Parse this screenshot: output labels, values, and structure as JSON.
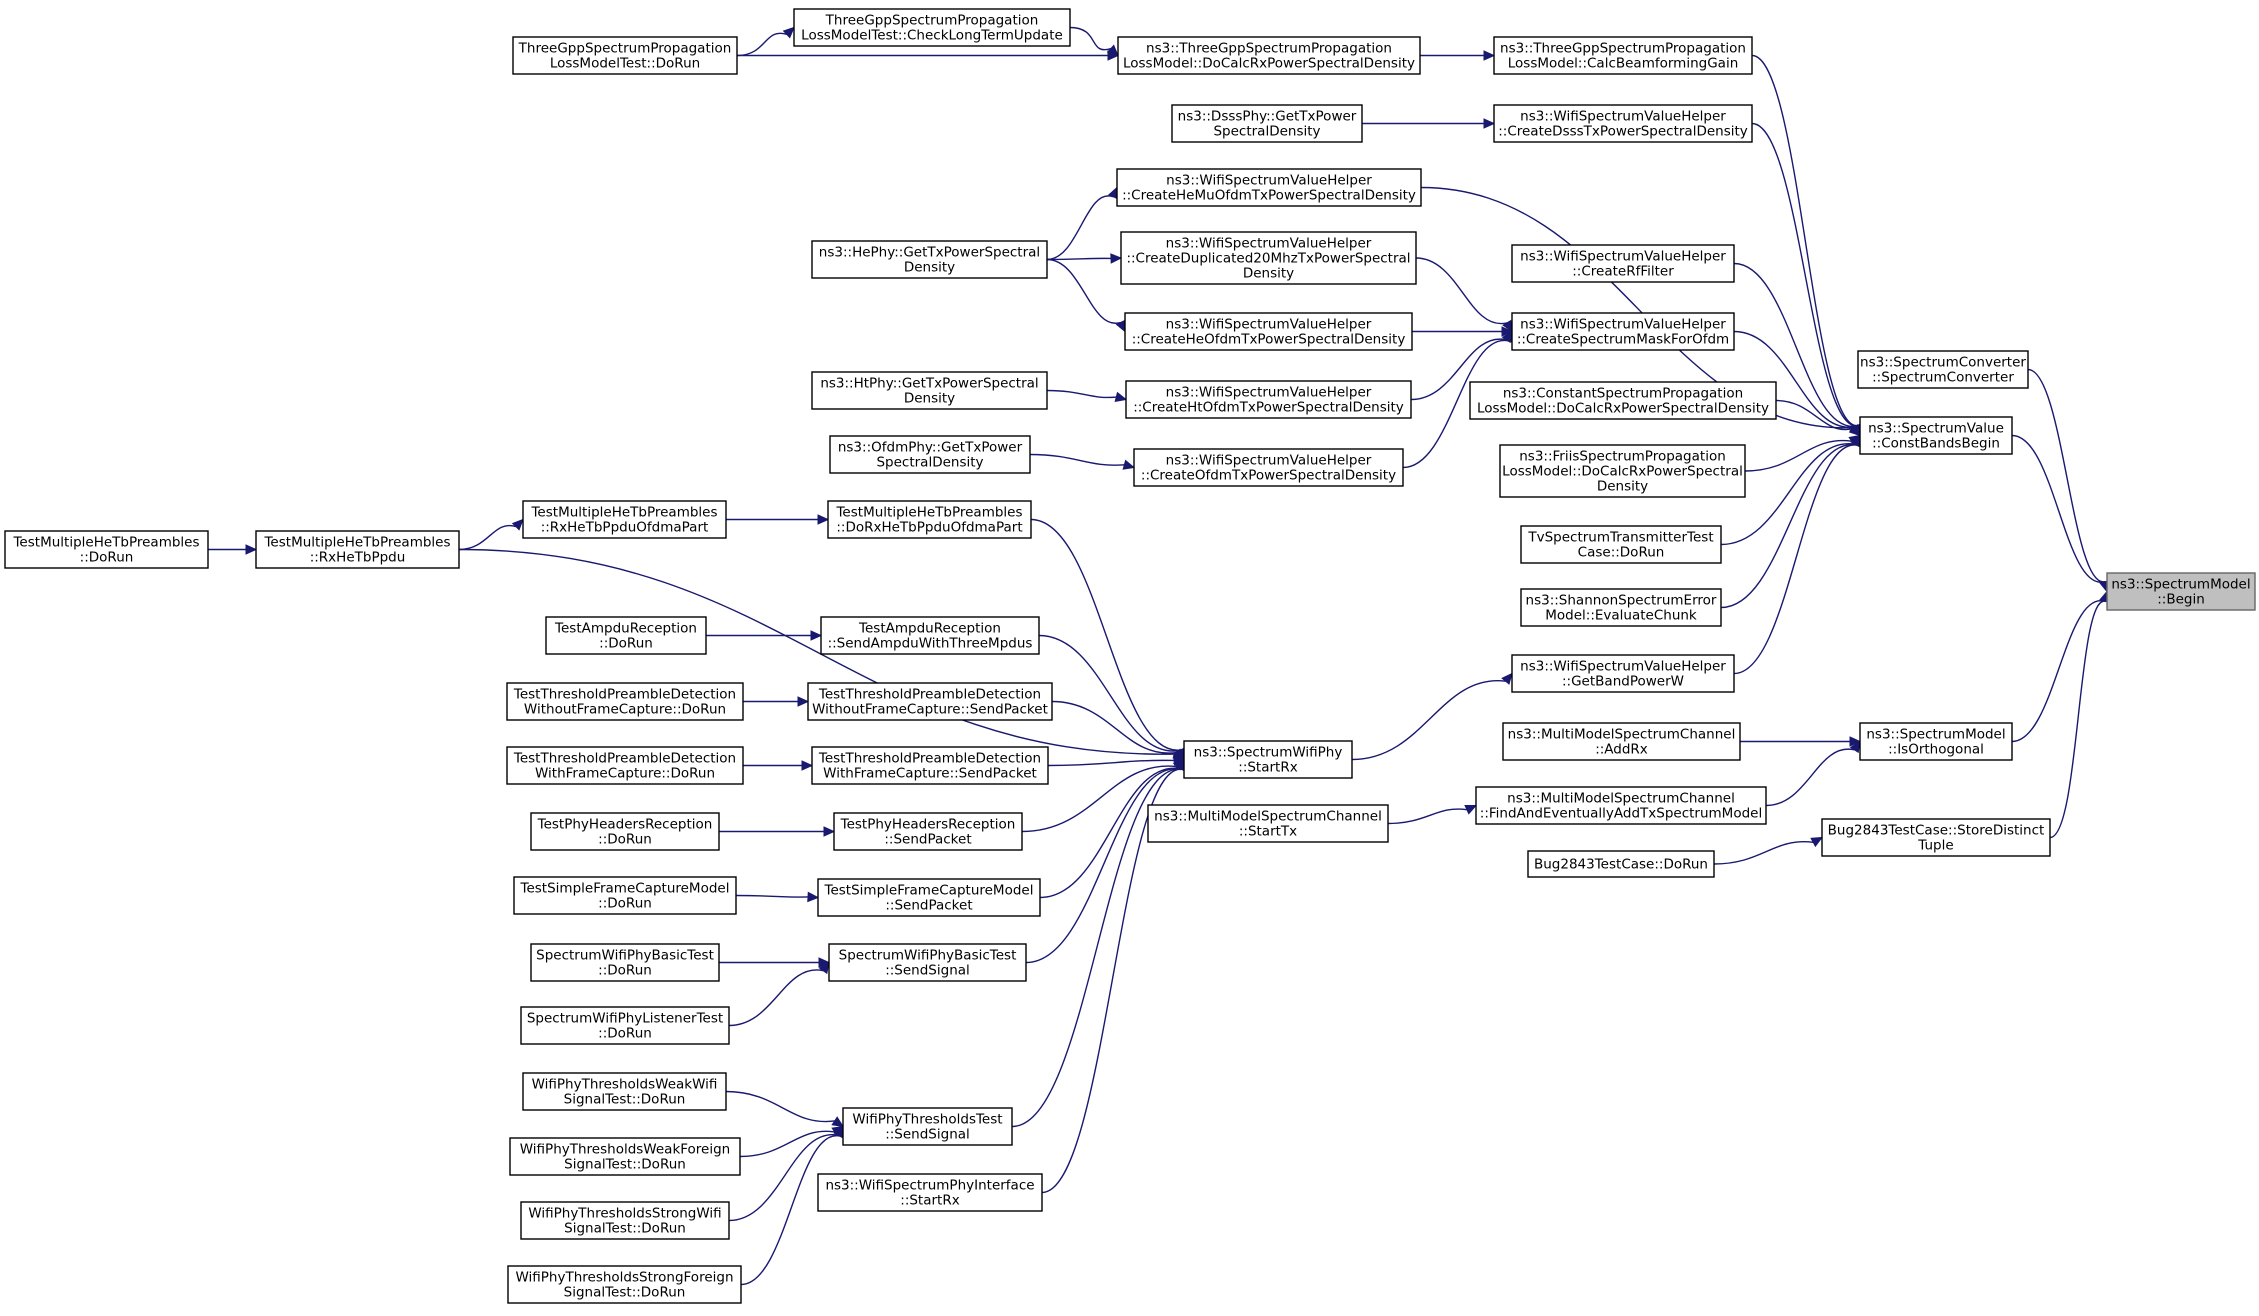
{
  "graph": {
    "type": "caller-graph",
    "colors": {
      "edge": "#191970",
      "node_fill": "#ffffff",
      "node_border": "#000000",
      "focus_fill": "#bfbfbf",
      "focus_border": "#666666"
    },
    "nodes": [
      {
        "id": "begin",
        "lines": [
          "ns3::SpectrumModel",
          "::Begin"
        ],
        "focus": true
      },
      {
        "id": "conv",
        "lines": [
          "ns3::SpectrumConverter",
          "::SpectrumConverter"
        ]
      },
      {
        "id": "cbb",
        "lines": [
          "ns3::SpectrumValue",
          "::ConstBandsBegin"
        ]
      },
      {
        "id": "isorth",
        "lines": [
          "ns3::SpectrumModel",
          "::IsOrthogonal"
        ]
      },
      {
        "id": "bug",
        "lines": [
          "Bug2843TestCase::StoreDistinct",
          "Tuple"
        ]
      },
      {
        "id": "bugrun",
        "lines": [
          "Bug2843TestCase::DoRun"
        ]
      },
      {
        "id": "addrx",
        "lines": [
          "ns3::MultiModelSpectrumChannel",
          "::AddRx"
        ]
      },
      {
        "id": "findadd",
        "lines": [
          "ns3::MultiModelSpectrumChannel",
          "::FindAndEventuallyAddTxSpectrumModel"
        ]
      },
      {
        "id": "mmstarttx",
        "lines": [
          "ns3::MultiModelSpectrumChannel",
          "::StartTx"
        ]
      },
      {
        "id": "calcbf",
        "lines": [
          "ns3::ThreeGppSpectrumPropagation",
          "LossModel::CalcBeamformingGain"
        ]
      },
      {
        "id": "dssshelper",
        "lines": [
          "ns3::WifiSpectrumValueHelper",
          "::CreateDsssTxPowerSpectralDensity"
        ]
      },
      {
        "id": "rffilter",
        "lines": [
          "ns3::WifiSpectrumValueHelper",
          "::CreateRfFilter"
        ]
      },
      {
        "id": "mask",
        "lines": [
          "ns3::WifiSpectrumValueHelper",
          "::CreateSpectrumMaskForOfdm"
        ]
      },
      {
        "id": "constprop",
        "lines": [
          "ns3::ConstantSpectrumPropagation",
          "LossModel::DoCalcRxPowerSpectralDensity"
        ]
      },
      {
        "id": "friis",
        "lines": [
          "ns3::FriisSpectrumPropagation",
          "LossModel::DoCalcRxPowerSpectral",
          "Density"
        ]
      },
      {
        "id": "tvtest",
        "lines": [
          "TvSpectrumTransmitterTest",
          "Case::DoRun"
        ]
      },
      {
        "id": "shannon",
        "lines": [
          "ns3::ShannonSpectrumError",
          "Model::EvaluateChunk"
        ]
      },
      {
        "id": "bandpower",
        "lines": [
          "ns3::WifiSpectrumValueHelper",
          "::GetBandPowerW"
        ]
      },
      {
        "id": "docalc3gpp",
        "lines": [
          "ns3::ThreeGppSpectrumPropagation",
          "LossModel::DoCalcRxPowerSpectralDensity"
        ]
      },
      {
        "id": "checklt",
        "lines": [
          "ThreeGppSpectrumPropagation",
          "LossModelTest::CheckLongTermUpdate"
        ]
      },
      {
        "id": "tgpprun",
        "lines": [
          "ThreeGppSpectrumPropagation",
          "LossModelTest::DoRun"
        ]
      },
      {
        "id": "dssstx",
        "lines": [
          "ns3::DsssPhy::GetTxPower",
          "SpectralDensity"
        ]
      },
      {
        "id": "hemu",
        "lines": [
          "ns3::WifiSpectrumValueHelper",
          "::CreateHeMuOfdmTxPowerSpectralDensity"
        ]
      },
      {
        "id": "dup20",
        "lines": [
          "ns3::WifiSpectrumValueHelper",
          "::CreateDuplicated20MhzTxPowerSpectral",
          "Density"
        ]
      },
      {
        "id": "heofdm",
        "lines": [
          "ns3::WifiSpectrumValueHelper",
          "::CreateHeOfdmTxPowerSpectralDensity"
        ]
      },
      {
        "id": "htofdm",
        "lines": [
          "ns3::WifiSpectrumValueHelper",
          "::CreateHtOfdmTxPowerSpectralDensity"
        ]
      },
      {
        "id": "ofdmhelper",
        "lines": [
          "ns3::WifiSpectrumValueHelper",
          "::CreateOfdmTxPowerSpectralDensity"
        ]
      },
      {
        "id": "hephy",
        "lines": [
          "ns3::HePhy::GetTxPowerSpectral",
          "Density"
        ]
      },
      {
        "id": "htphy",
        "lines": [
          "ns3::HtPhy::GetTxPowerSpectral",
          "Density"
        ]
      },
      {
        "id": "ofdmphy",
        "lines": [
          "ns3::OfdmPhy::GetTxPower",
          "SpectralDensity"
        ]
      },
      {
        "id": "startrx",
        "lines": [
          "ns3::SpectrumWifiPhy",
          "::StartRx"
        ]
      },
      {
        "id": "tmhe_run",
        "lines": [
          "TestMultipleHeTbPreambles",
          "::DoRun"
        ]
      },
      {
        "id": "tmhe_rx",
        "lines": [
          "TestMultipleHeTbPreambles",
          "::RxHeTbPpdu"
        ]
      },
      {
        "id": "tmhe_rxo",
        "lines": [
          "TestMultipleHeTbPreambles",
          "::RxHeTbPpduOfdmaPart"
        ]
      },
      {
        "id": "tmhe_dorx",
        "lines": [
          "TestMultipleHeTbPreambles",
          "::DoRxHeTbPpduOfdmaPart"
        ]
      },
      {
        "id": "ampdu_run",
        "lines": [
          "TestAmpduReception",
          "::DoRun"
        ]
      },
      {
        "id": "ampdu_send",
        "lines": [
          "TestAmpduReception",
          "::SendAmpduWithThreeMpdus"
        ]
      },
      {
        "id": "tpd_wo_run",
        "lines": [
          "TestThresholdPreambleDetection",
          "WithoutFrameCapture::DoRun"
        ]
      },
      {
        "id": "tpd_wo_send",
        "lines": [
          "TestThresholdPreambleDetection",
          "WithoutFrameCapture::SendPacket"
        ]
      },
      {
        "id": "tpd_w_run",
        "lines": [
          "TestThresholdPreambleDetection",
          "WithFrameCapture::DoRun"
        ]
      },
      {
        "id": "tpd_w_send",
        "lines": [
          "TestThresholdPreambleDetection",
          "WithFrameCapture::SendPacket"
        ]
      },
      {
        "id": "phyhdr_run",
        "lines": [
          "TestPhyHeadersReception",
          "::DoRun"
        ]
      },
      {
        "id": "phyhdr_send",
        "lines": [
          "TestPhyHeadersReception",
          "::SendPacket"
        ]
      },
      {
        "id": "sfc_run",
        "lines": [
          "TestSimpleFrameCaptureModel",
          "::DoRun"
        ]
      },
      {
        "id": "sfc_send",
        "lines": [
          "TestSimpleFrameCaptureModel",
          "::SendPacket"
        ]
      },
      {
        "id": "swb_run",
        "lines": [
          "SpectrumWifiPhyBasicTest",
          "::DoRun"
        ]
      },
      {
        "id": "swb_send",
        "lines": [
          "SpectrumWifiPhyBasicTest",
          "::SendSignal"
        ]
      },
      {
        "id": "swl_run",
        "lines": [
          "SpectrumWifiPhyListenerTest",
          "::DoRun"
        ]
      },
      {
        "id": "wt_ww",
        "lines": [
          "WifiPhyThresholdsWeakWifi",
          "SignalTest::DoRun"
        ]
      },
      {
        "id": "wt_send",
        "lines": [
          "WifiPhyThresholdsTest",
          "::SendSignal"
        ]
      },
      {
        "id": "wt_wf",
        "lines": [
          "WifiPhyThresholdsWeakForeign",
          "SignalTest::DoRun"
        ]
      },
      {
        "id": "wt_sw",
        "lines": [
          "WifiPhyThresholdsStrongWifi",
          "SignalTest::DoRun"
        ]
      },
      {
        "id": "wt_sf",
        "lines": [
          "WifiPhyThresholdsStrongForeign",
          "SignalTest::DoRun"
        ]
      },
      {
        "id": "wspi",
        "lines": [
          "ns3::WifiSpectrumPhyInterface",
          "::StartRx"
        ]
      }
    ],
    "edges": [
      [
        "conv",
        "begin"
      ],
      [
        "cbb",
        "begin"
      ],
      [
        "isorth",
        "begin"
      ],
      [
        "bug",
        "begin"
      ],
      [
        "bugrun",
        "bug"
      ],
      [
        "addrx",
        "isorth"
      ],
      [
        "findadd",
        "isorth"
      ],
      [
        "mmstarttx",
        "findadd"
      ],
      [
        "calcbf",
        "cbb"
      ],
      [
        "dssshelper",
        "cbb"
      ],
      [
        "hemu",
        "cbb"
      ],
      [
        "rffilter",
        "cbb"
      ],
      [
        "mask",
        "cbb"
      ],
      [
        "constprop",
        "cbb"
      ],
      [
        "friis",
        "cbb"
      ],
      [
        "tvtest",
        "cbb"
      ],
      [
        "shannon",
        "cbb"
      ],
      [
        "bandpower",
        "cbb"
      ],
      [
        "docalc3gpp",
        "calcbf"
      ],
      [
        "tgpprun",
        "checklt"
      ],
      [
        "checklt",
        "docalc3gpp"
      ],
      [
        "tgpprun",
        "docalc3gpp"
      ],
      [
        "dssstx",
        "dssshelper"
      ],
      [
        "dup20",
        "mask"
      ],
      [
        "heofdm",
        "mask"
      ],
      [
        "htofdm",
        "mask"
      ],
      [
        "ofdmhelper",
        "mask"
      ],
      [
        "hephy",
        "hemu"
      ],
      [
        "hephy",
        "dup20"
      ],
      [
        "hephy",
        "heofdm"
      ],
      [
        "htphy",
        "htofdm"
      ],
      [
        "ofdmphy",
        "ofdmhelper"
      ],
      [
        "startrx",
        "bandpower"
      ],
      [
        "tmhe_run",
        "tmhe_rx"
      ],
      [
        "tmhe_rx",
        "tmhe_rxo"
      ],
      [
        "tmhe_rxo",
        "tmhe_dorx"
      ],
      [
        "tmhe_rx",
        "startrx"
      ],
      [
        "tmhe_dorx",
        "startrx"
      ],
      [
        "ampdu_run",
        "ampdu_send"
      ],
      [
        "ampdu_send",
        "startrx"
      ],
      [
        "tpd_wo_run",
        "tpd_wo_send"
      ],
      [
        "tpd_wo_send",
        "startrx"
      ],
      [
        "tpd_w_run",
        "tpd_w_send"
      ],
      [
        "tpd_w_send",
        "startrx"
      ],
      [
        "phyhdr_run",
        "phyhdr_send"
      ],
      [
        "phyhdr_send",
        "startrx"
      ],
      [
        "sfc_run",
        "sfc_send"
      ],
      [
        "sfc_send",
        "startrx"
      ],
      [
        "swb_run",
        "swb_send"
      ],
      [
        "swl_run",
        "swb_send"
      ],
      [
        "swb_send",
        "startrx"
      ],
      [
        "wt_ww",
        "wt_send"
      ],
      [
        "wt_wf",
        "wt_send"
      ],
      [
        "wt_sw",
        "wt_send"
      ],
      [
        "wt_sf",
        "wt_send"
      ],
      [
        "wt_send",
        "startrx"
      ],
      [
        "wspi",
        "startrx"
      ]
    ]
  }
}
